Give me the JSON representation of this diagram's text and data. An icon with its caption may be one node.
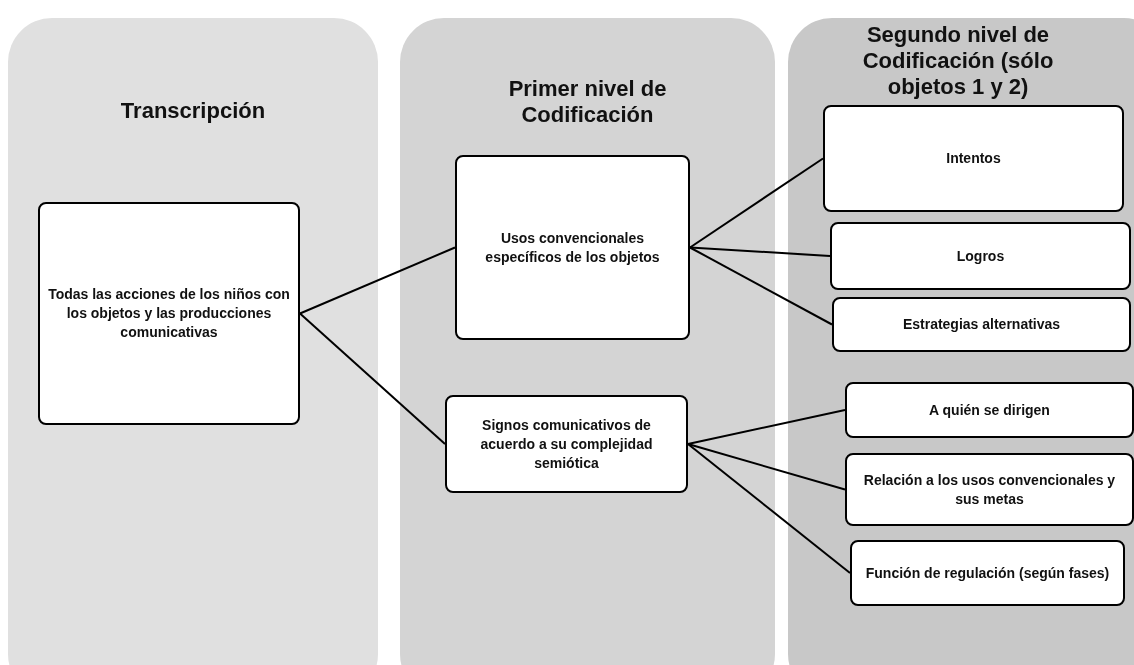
{
  "diagram": {
    "nodes": [
      {
        "text": [
          "Transcripción"
        ]
      },
      {
        "text": [
          "Primer nivel de Codificación"
        ]
      },
      {
        "text": [
          "Segundo nivel de Codificación (sólo objetos 1 y 2)"
        ]
      },
      {
        "text": [
          "Todas las acciones de los niños con los objetos y las producciones comunicativas"
        ],
        "in": 0
      },
      {
        "text": [
          "Usos convencionales específicos de los objetos"
        ],
        "in": 1
      },
      {
        "text": [
          "Signos comunicativos de acuerdo a su complejidad semiótica"
        ],
        "in": 1
      },
      {
        "text": [
          "Intentos"
        ],
        "in": 2
      },
      {
        "text": [
          "Logros"
        ],
        "in": 2
      },
      {
        "text": [
          "Estrategias alternativas"
        ],
        "in": 2
      },
      {
        "text": [
          "A quién se dirigen"
        ],
        "in": 2
      },
      {
        "text": [
          "Relación a los usos convencionales y sus metas"
        ],
        "in": 2
      },
      {
        "text": [
          "Función de regulación (según fases)"
        ],
        "in": 2
      }
    ],
    "edges": [
      {
        "from": 3,
        "to": 4,
        "arrow": "none"
      },
      {
        "from": 3,
        "to": 5,
        "arrow": "none"
      },
      {
        "from": 4,
        "to": 6,
        "arrow": "none"
      },
      {
        "from": 4,
        "to": 7,
        "arrow": "none"
      },
      {
        "from": 4,
        "to": 8,
        "arrow": "none"
      },
      {
        "from": 5,
        "to": 9,
        "arrow": "none"
      },
      {
        "from": 5,
        "to": 10,
        "arrow": "none"
      },
      {
        "from": 5,
        "to": 11,
        "arrow": "none"
      }
    ]
  }
}
